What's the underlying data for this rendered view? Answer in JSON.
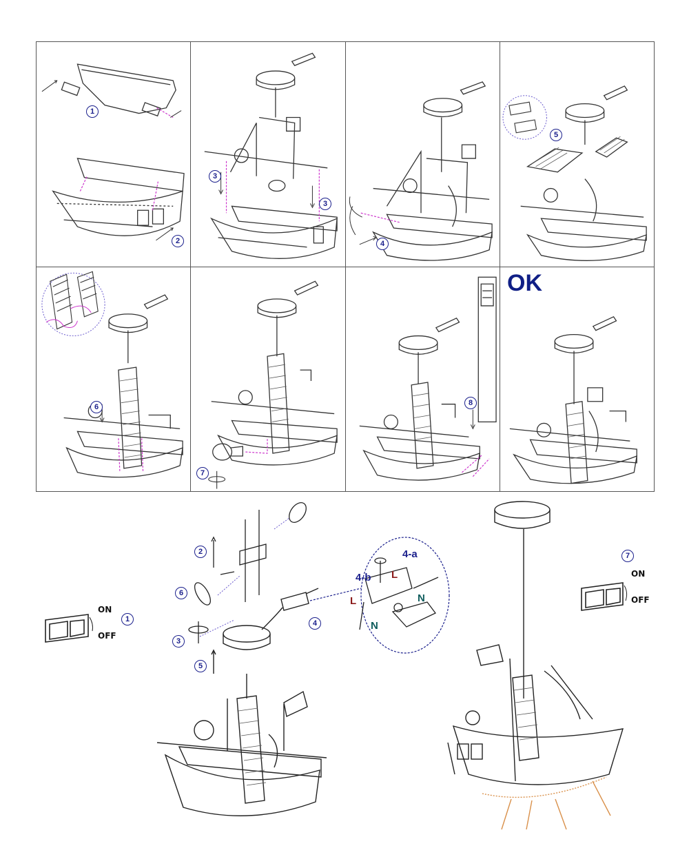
{
  "panels": [
    {
      "id": "p1",
      "steps": [
        "1",
        "2"
      ]
    },
    {
      "id": "p2",
      "steps": [
        "3",
        "3"
      ]
    },
    {
      "id": "p3",
      "steps": [
        "4"
      ]
    },
    {
      "id": "p4",
      "steps": [
        "5"
      ]
    },
    {
      "id": "p5",
      "steps": [
        "6"
      ]
    },
    {
      "id": "p6",
      "steps": [
        "7"
      ]
    },
    {
      "id": "p7",
      "steps": [
        "8"
      ]
    },
    {
      "id": "p8",
      "ok_label": "OK"
    }
  ],
  "wiring": {
    "steps": [
      "2",
      "6",
      "3",
      "5",
      "4"
    ],
    "detail_labels": {
      "a": "4-a",
      "b": "4-b",
      "live": "L",
      "neutral": "N"
    }
  },
  "switches": {
    "before": {
      "step": "1",
      "on": "ON",
      "off": "OFF"
    },
    "after": {
      "step": "7",
      "on": "ON",
      "off": "OFF"
    }
  },
  "colors": {
    "badge": "#1a1f8c",
    "guide": "#cc33cc",
    "live_label": "#8b1a1a",
    "neutral_label": "#0e5c5c",
    "glow": "#d9904a"
  }
}
